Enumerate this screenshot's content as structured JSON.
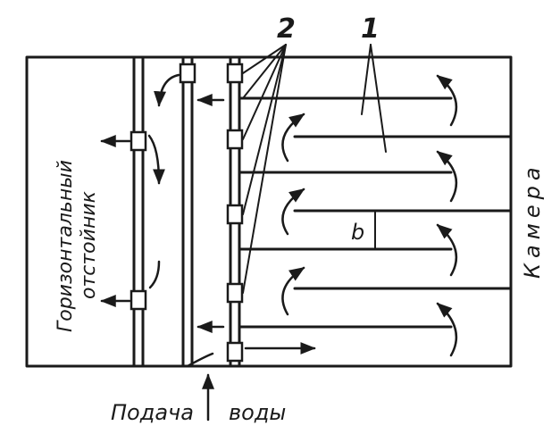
{
  "labels": {
    "settler_line1": "Горизонтальный",
    "settler_line2": "отстойник",
    "chamber": "Камера",
    "supply_left": "Подача",
    "supply_right": "воды",
    "callout_1": "1",
    "callout_2": "2",
    "spacing": "b"
  }
}
